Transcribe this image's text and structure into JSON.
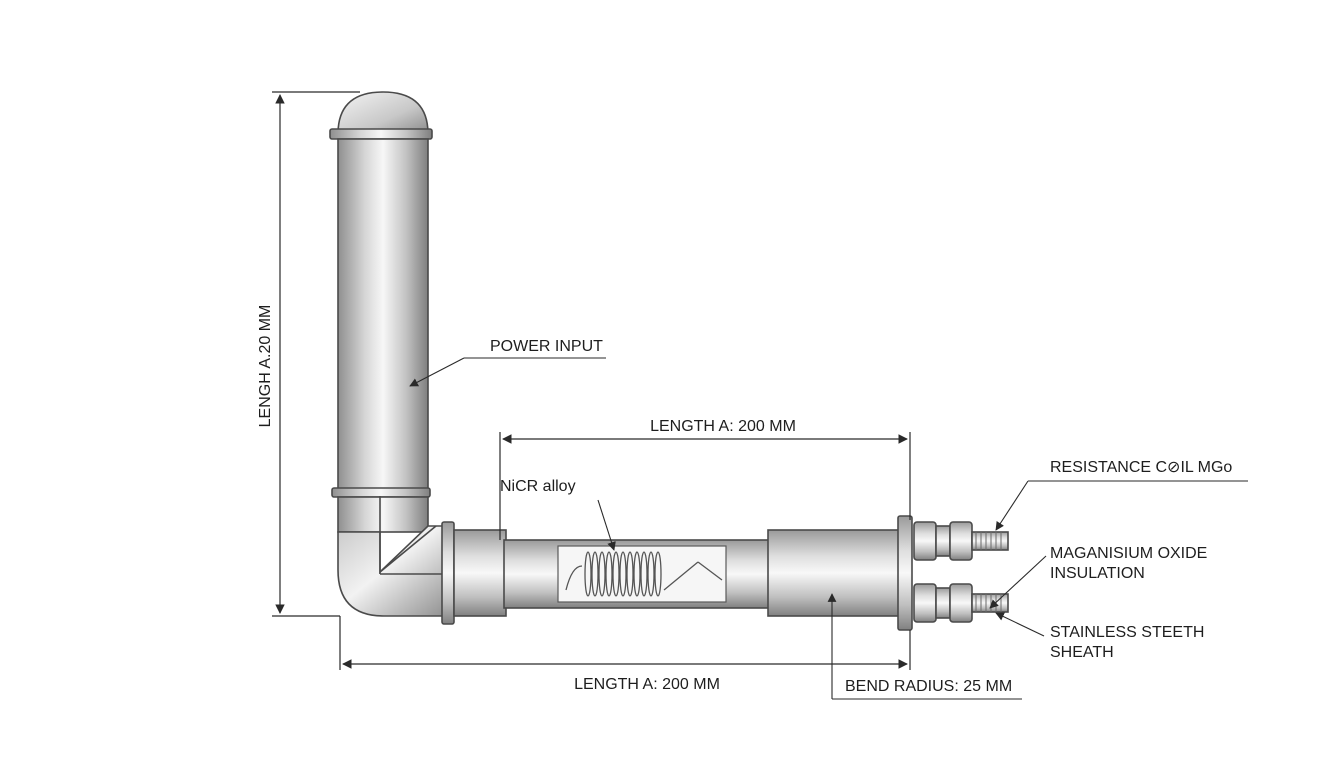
{
  "labels": {
    "vertical_length": "LENGH A.20 MM",
    "power_input": "POWER INPUT",
    "top_length": "LENGTH A: 200 MM",
    "nicr": "NiCR alloy",
    "resistance_coil": "RESISTANCE C⊘IL MGo",
    "insulation_line1": "MAGANISIUM OXIDE",
    "insulation_line2": "INSULATION",
    "sheath_line1": "STAINLESS STEETH",
    "sheath_line2": "SHEATH",
    "bottom_length": "LENGTH A: 200 MM",
    "bend_radius": "BEND RADIUS: 25 MM"
  },
  "colors": {
    "metal_light": "#f4f4f4",
    "metal_mid": "#c9c9c9",
    "metal_dark": "#8c8c8c",
    "outline": "#4a4a4a",
    "text": "#1e1e1e"
  }
}
